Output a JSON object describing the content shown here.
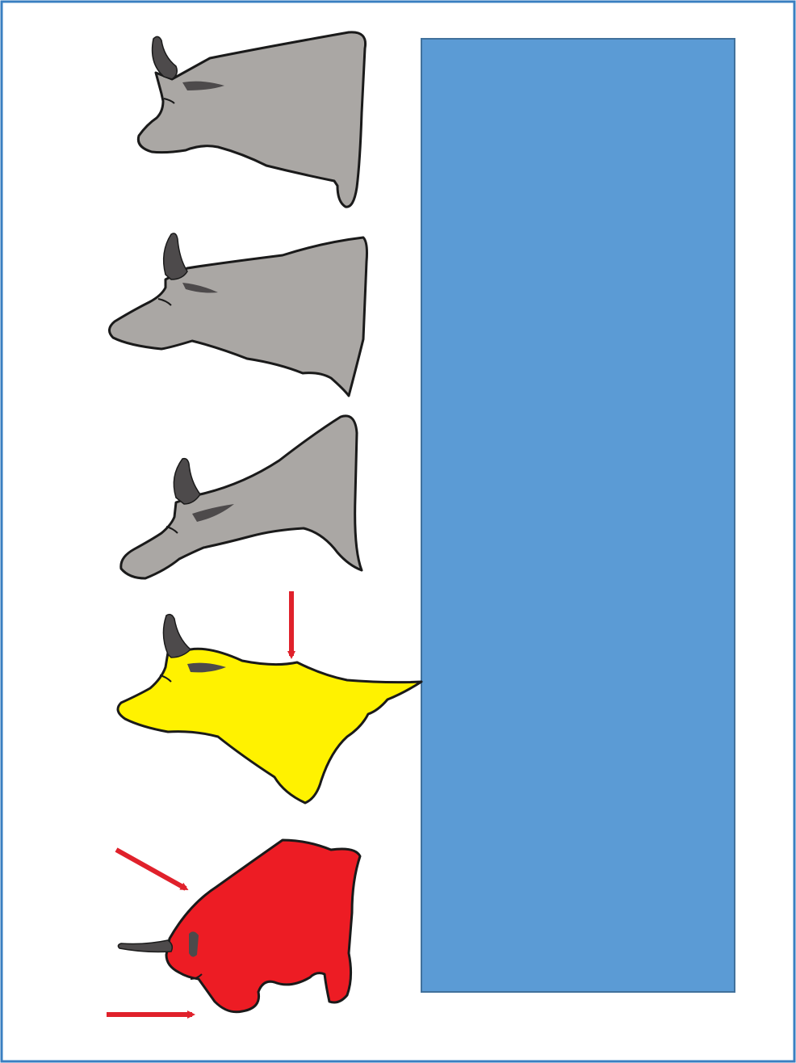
{
  "panel": {
    "border_color": "#3a7fc1",
    "background": "#ffffff"
  },
  "block": {
    "fill": "#5b9bd5",
    "stroke": "#41719c"
  },
  "outline_color": "#1a1a1a",
  "horn_color": "#4d4a4b",
  "arrow_color": "#e0212b",
  "heads": [
    {
      "id": "head-1",
      "state": "neutral",
      "fill": "#aaa7a4"
    },
    {
      "id": "head-2",
      "state": "neutral",
      "fill": "#aaa7a4"
    },
    {
      "id": "head-3",
      "state": "neutral",
      "fill": "#aaa7a4"
    },
    {
      "id": "head-4",
      "state": "contact",
      "fill": "#fff200"
    },
    {
      "id": "head-5",
      "state": "charging",
      "fill": "#ed1c24"
    }
  ],
  "icons": {
    "head": "bull-head-icon",
    "horn": "horn-icon",
    "arrow": "red-arrow-icon"
  }
}
